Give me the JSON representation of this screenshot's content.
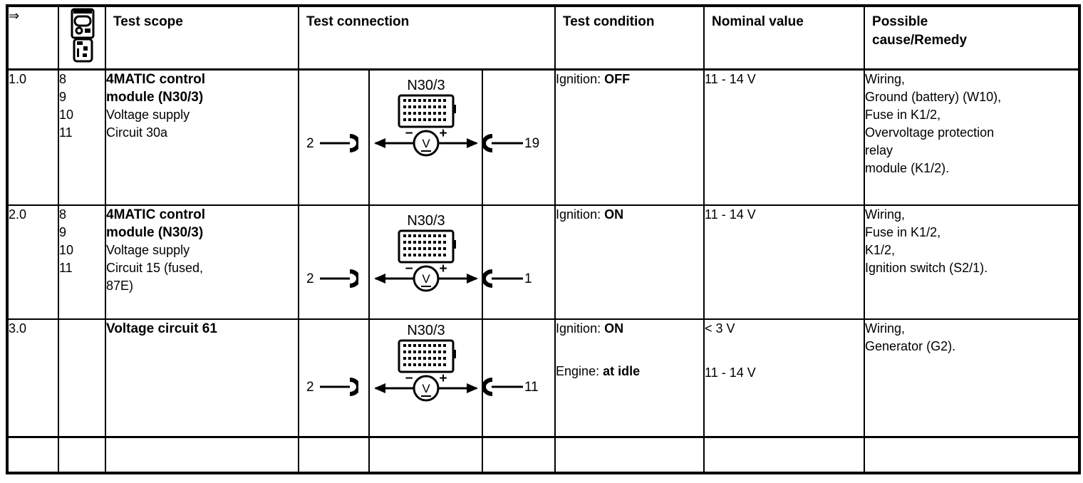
{
  "colors": {
    "ink": "#000000",
    "paper": "#ffffff"
  },
  "header": {
    "arrow_symbol": "⇒",
    "tester_icon": "handheld-tester-icon",
    "columns": {
      "test_scope": "Test scope",
      "test_connection": "Test connection",
      "test_condition": "Test condition",
      "nominal_value": "Nominal value",
      "possible_cause_remedy": [
        "Possible",
        "cause/Remedy"
      ]
    }
  },
  "rows": [
    {
      "step": "1.0",
      "tester_steps": [
        "8",
        "9",
        "10",
        "11"
      ],
      "scope_title": [
        "4MATIC control",
        "module (N30/3)"
      ],
      "scope_details": [
        "Voltage supply",
        "Circuit 30a"
      ],
      "connection": {
        "probe_left": "2",
        "module_label": "N30/3",
        "meter": "V",
        "minus": "−",
        "plus": "+",
        "probe_right": "19"
      },
      "conditions": [
        {
          "label": "Ignition:",
          "value": "OFF"
        }
      ],
      "nominal_values": [
        "11 - 14 V"
      ],
      "remedy": [
        "Wiring,",
        "Ground (battery) (W10),",
        "Fuse in K1/2,",
        "Overvoltage protection",
        "relay",
        "module (K1/2)."
      ]
    },
    {
      "step": "2.0",
      "tester_steps": [
        "8",
        "9",
        "10",
        "11"
      ],
      "scope_title": [
        "4MATIC control",
        "module (N30/3)"
      ],
      "scope_details": [
        "Voltage supply",
        "Circuit 15 (fused,",
        "87E)"
      ],
      "connection": {
        "probe_left": "2",
        "module_label": "N30/3",
        "meter": "V",
        "minus": "−",
        "plus": "+",
        "probe_right": "1"
      },
      "conditions": [
        {
          "label": "Ignition:",
          "value": "ON"
        }
      ],
      "nominal_values": [
        "11 - 14 V"
      ],
      "remedy": [
        "Wiring,",
        "Fuse in K1/2,",
        "K1/2,",
        "Ignition switch (S2/1)."
      ]
    },
    {
      "step": "3.0",
      "tester_steps": [],
      "scope_title": [
        "Voltage circuit 61"
      ],
      "scope_details": [],
      "connection": {
        "probe_left": "2",
        "module_label": "N30/3",
        "meter": "V",
        "minus": "−",
        "plus": "+",
        "probe_right": "11"
      },
      "conditions": [
        {
          "label": "Ignition:",
          "value": "ON"
        },
        {
          "label": "Engine:",
          "value": "at idle"
        }
      ],
      "nominal_values": [
        "< 3 V",
        "11 - 14 V"
      ],
      "remedy": [
        "Wiring,",
        "Generator (G2)."
      ]
    }
  ]
}
